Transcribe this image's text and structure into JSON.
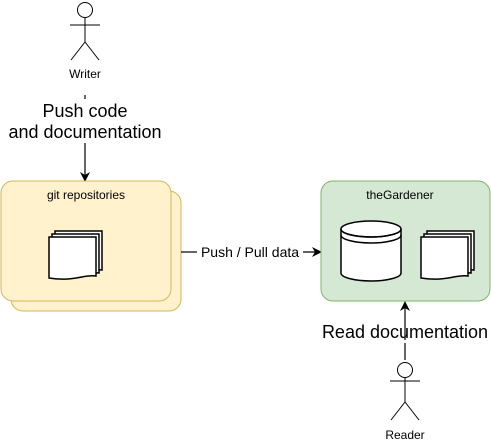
{
  "actors": {
    "writer": {
      "label": "Writer"
    },
    "reader": {
      "label": "Reader"
    }
  },
  "containers": {
    "git": {
      "label": "git repositories",
      "fill": "#fff2cc",
      "stroke": "#d6b656"
    },
    "gardener": {
      "label": "theGardener",
      "fill": "#d5e8d4",
      "stroke": "#82b366"
    }
  },
  "edges": {
    "push_code": {
      "line1": "Push code",
      "line2": "and documentation"
    },
    "push_pull": {
      "label": "Push / Pull data"
    },
    "read_doc": {
      "label": "Read documentation"
    }
  },
  "colors": {
    "stroke": "#000000",
    "background": "#ffffff"
  },
  "icons": [
    "actor-icon",
    "documents-icon",
    "database-icon"
  ]
}
